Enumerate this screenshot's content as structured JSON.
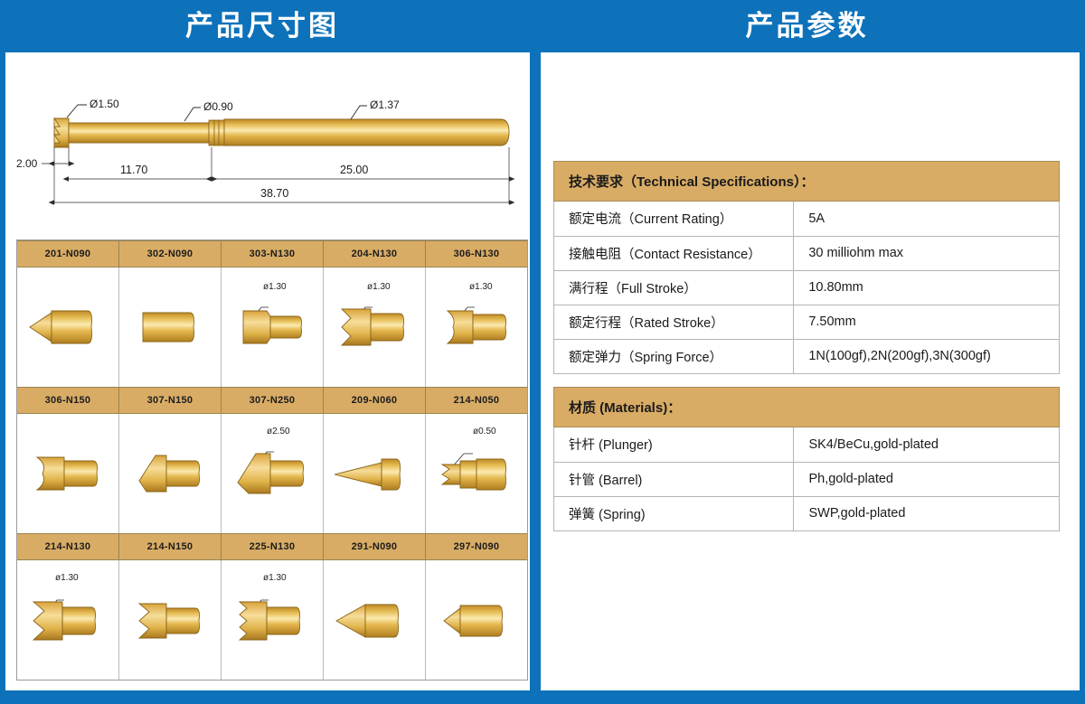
{
  "header": {
    "left_title": "产品尺寸图",
    "right_title": "产品参数",
    "accent_color": "#0d72ba",
    "table_header_color": "#d9ac65"
  },
  "dimension_drawing": {
    "name": "spring-probe-dimension-drawing",
    "diameters": [
      {
        "label": "ø1.50",
        "part": "tip-head"
      },
      {
        "label": "ø0.90",
        "part": "plunger"
      },
      {
        "label": "ø1.37",
        "part": "barrel"
      }
    ],
    "lengths": [
      {
        "label": "2.00",
        "part": "tip-protrusion"
      },
      {
        "label": "11.70",
        "part": "plunger-length"
      },
      {
        "label": "25.00",
        "part": "barrel-length"
      },
      {
        "label": "38.70",
        "part": "total-length"
      }
    ]
  },
  "tip_grid": {
    "rows": [
      {
        "cells": [
          {
            "part_no": "201-N090",
            "shape": "cone-spear",
            "dia": ""
          },
          {
            "part_no": "302-N090",
            "shape": "flat-cylinder",
            "dia": ""
          },
          {
            "part_no": "303-N130",
            "shape": "stepped-flat",
            "dia": "ø1.30"
          },
          {
            "part_no": "204-N130",
            "shape": "three-point-crown",
            "dia": "ø1.30"
          },
          {
            "part_no": "306-N130",
            "shape": "concave-cup",
            "dia": "ø1.30"
          }
        ]
      },
      {
        "cells": [
          {
            "part_no": "306-N150",
            "shape": "concave-cup",
            "dia": ""
          },
          {
            "part_no": "307-N150",
            "shape": "tapered-chisel",
            "dia": ""
          },
          {
            "part_no": "307-N250",
            "shape": "tapered-chisel-lg",
            "dia": "ø2.50"
          },
          {
            "part_no": "209-N060",
            "shape": "needle-point",
            "dia": ""
          },
          {
            "part_no": "214-N050",
            "shape": "micro-crown",
            "dia": "ø0.50"
          }
        ]
      },
      {
        "cells": [
          {
            "part_no": "214-N130",
            "shape": "four-point-crown",
            "dia": "ø1.30"
          },
          {
            "part_no": "214-N150",
            "shape": "four-point-crown",
            "dia": ""
          },
          {
            "part_no": "225-N130",
            "shape": "multi-point-crown",
            "dia": "ø1.30"
          },
          {
            "part_no": "291-N090",
            "shape": "long-spear",
            "dia": ""
          },
          {
            "part_no": "297-N090",
            "shape": "short-spear",
            "dia": ""
          }
        ]
      }
    ]
  },
  "technical_specifications": {
    "title": "技术要求（Technical Specifications）：",
    "rows": [
      {
        "key": "额定电流（Current Rating）",
        "value": "5A"
      },
      {
        "key": "接触电阻（Contact Resistance）",
        "value": "30 milliohm max"
      },
      {
        "key": "满行程（Full Stroke）",
        "value": "10.80mm"
      },
      {
        "key": "额定行程（Rated Stroke）",
        "value": "7.50mm"
      },
      {
        "key": "额定弹力（Spring Force）",
        "value": "1N(100gf),2N(200gf),3N(300gf)"
      }
    ]
  },
  "materials": {
    "title": "材质 (Materials)：",
    "rows": [
      {
        "key": "针杆 (Plunger)",
        "value": "SK4/BeCu,gold-plated"
      },
      {
        "key": "针管 (Barrel)",
        "value": "Ph,gold-plated"
      },
      {
        "key": "弹簧 (Spring)",
        "value": "SWP,gold-plated"
      }
    ]
  }
}
